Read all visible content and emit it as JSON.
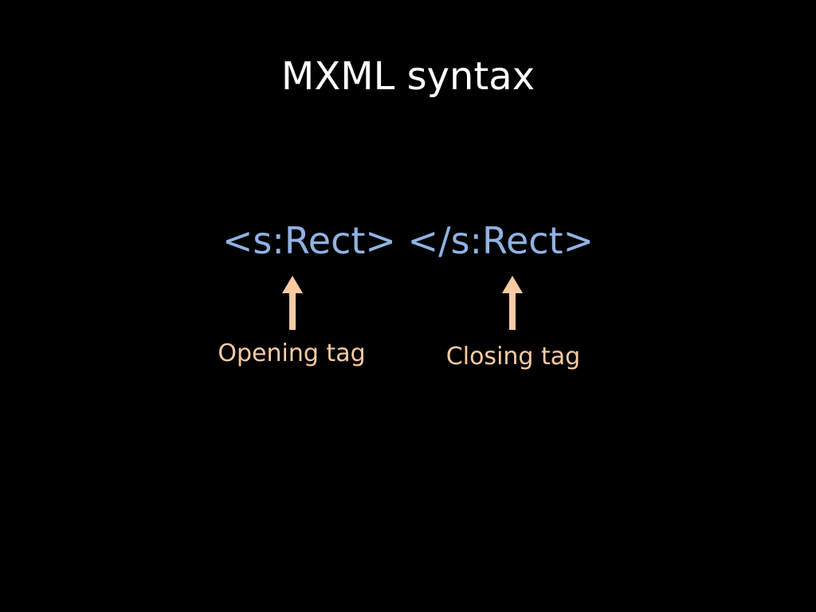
{
  "slide": {
    "title": "MXML syntax",
    "code": "<s:Rect> </s:Rect>",
    "opening_label": "Opening tag",
    "closing_label": "Closing tag"
  },
  "colors": {
    "background": "#000000",
    "title": "#ffffff",
    "code": "#8fb3e3",
    "annotation": "#f9cba3"
  },
  "icons": {
    "opening_arrow": "up-arrow-icon",
    "closing_arrow": "up-arrow-icon"
  }
}
